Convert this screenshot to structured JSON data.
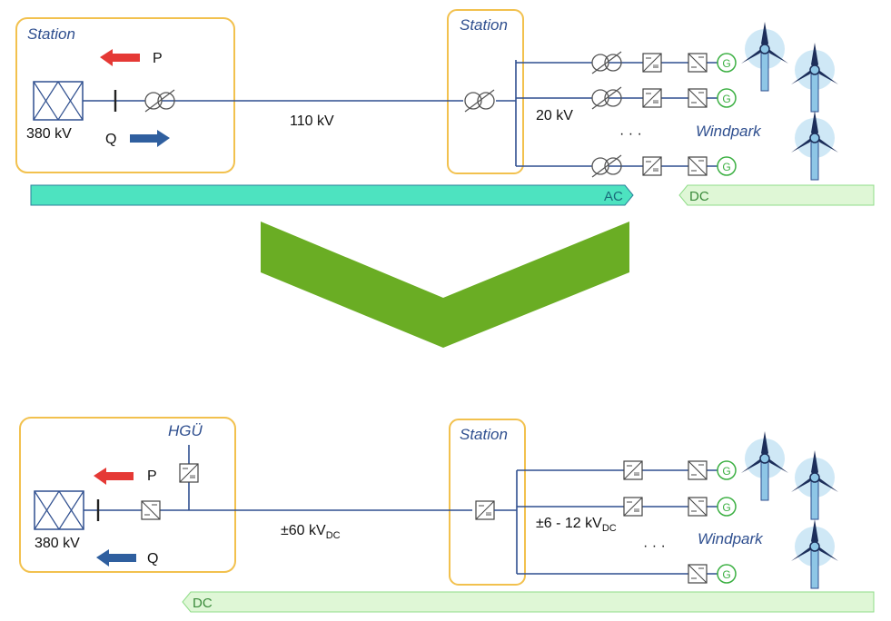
{
  "colors": {
    "station_border": "#f2c14e",
    "line": "#2f4f8f",
    "ac_band": "#4de3c0",
    "dc_band": "#dff7d6",
    "dc_band_border": "#8fdc88",
    "arrow_green": "#6aad24",
    "arrow_p": "#e53935",
    "arrow_q": "#2f5f9f",
    "generator": "#3cb043"
  },
  "top": {
    "station_left": "Station",
    "station_right": "Station",
    "p_label": "P",
    "q_label": "Q",
    "grid_voltage": "380 kV",
    "line_voltage": "110 kV",
    "collector_voltage": "20 kV",
    "dots": "· · ·",
    "windpark": "Windpark",
    "ac_band": "AC",
    "dc_band": "DC",
    "generator": "G"
  },
  "bottom": {
    "hgu": "HGÜ",
    "station_right": "Station",
    "p_label": "P",
    "q_label": "Q",
    "grid_voltage": "380 kV",
    "line_voltage_main": "±60 kV",
    "line_voltage_sub": "DC",
    "collector_voltage_main": "±6 - 12 kV",
    "collector_voltage_sub": "DC",
    "dots": "· · ·",
    "windpark": "Windpark",
    "dc_band": "DC",
    "generator": "G"
  }
}
